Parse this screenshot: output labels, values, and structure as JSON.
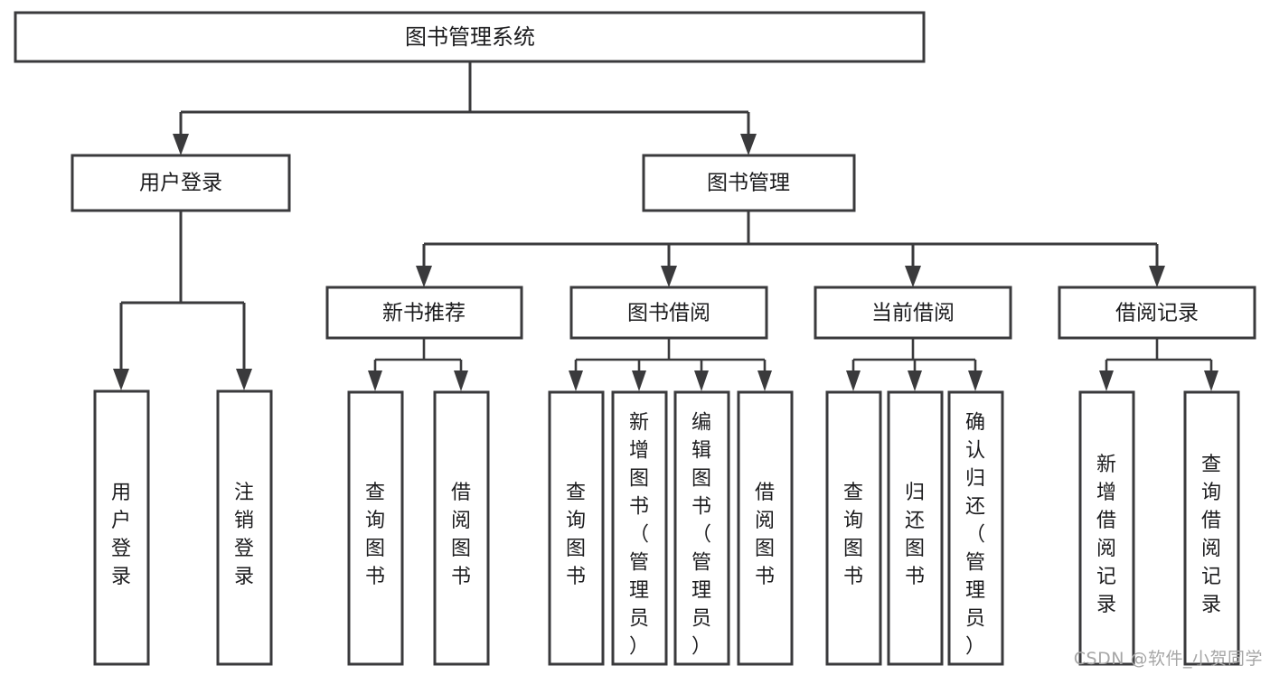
{
  "diagram": {
    "title": "图书管理系统",
    "type": "tree-hierarchy-diagram",
    "colors": {
      "background": "#ffffff",
      "stroke": "#3a3a3c",
      "node_fill": "#ffffff",
      "text": "#1c1c1e",
      "watermark": "#a6a6a6"
    },
    "root": {
      "label": "图书管理系统"
    },
    "level2": [
      {
        "label": "用户登录"
      },
      {
        "label": "图书管理"
      }
    ],
    "level3": [
      {
        "label": "新书推荐"
      },
      {
        "label": "图书借阅"
      },
      {
        "label": "当前借阅"
      },
      {
        "label": "借阅记录"
      }
    ],
    "leaves": {
      "user_login": [
        {
          "label": "用户登录"
        },
        {
          "label": "注销登录"
        }
      ],
      "new_book_recommend": [
        {
          "label": "查询图书"
        },
        {
          "label": "借阅图书"
        }
      ],
      "book_borrow": [
        {
          "label": "查询图书"
        },
        {
          "label": "新增图书（管理员）"
        },
        {
          "label": "编辑图书（管理员）"
        },
        {
          "label": "借阅图书"
        }
      ],
      "current_borrow": [
        {
          "label": "查询图书"
        },
        {
          "label": "归还图书"
        },
        {
          "label": "确认归还（管理员）"
        }
      ],
      "borrow_record": [
        {
          "label": "新增借阅记录"
        },
        {
          "label": "查询借阅记录"
        }
      ]
    },
    "watermark": "CSDN @软件_小贺同学"
  }
}
